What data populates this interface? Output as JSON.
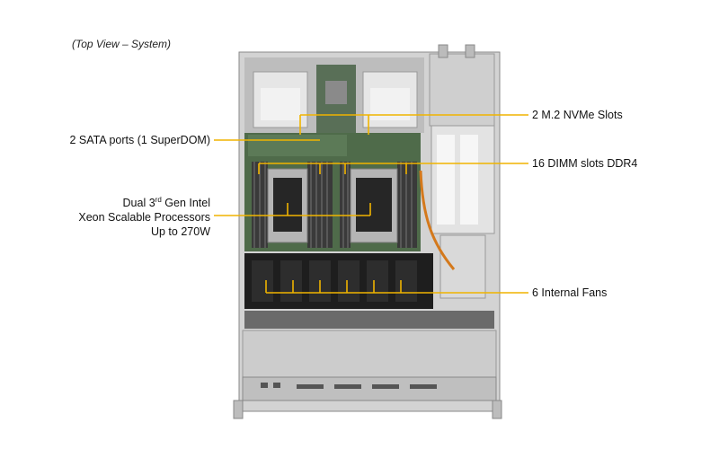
{
  "view_title": "(Top View – System)",
  "callouts": {
    "nvme": "2 M.2 NVMe Slots",
    "sata": "2 SATA ports (1 SuperDOM)",
    "dimm": "16 DIMM slots DDR4",
    "cpu_line1_pre": "Dual 3",
    "cpu_line1_sup": "rd",
    "cpu_line1_post": " Gen Intel",
    "cpu_line2": "Xeon Scalable Processors",
    "cpu_line3": "Up to 270W",
    "fans": "6 Internal  Fans"
  },
  "colors": {
    "callout_line": "#f0b400",
    "chassis": "#c9c9c9",
    "board": "#4f6b4a",
    "fan": "#1e1e1e",
    "heatsink": "#b5b5b5"
  }
}
